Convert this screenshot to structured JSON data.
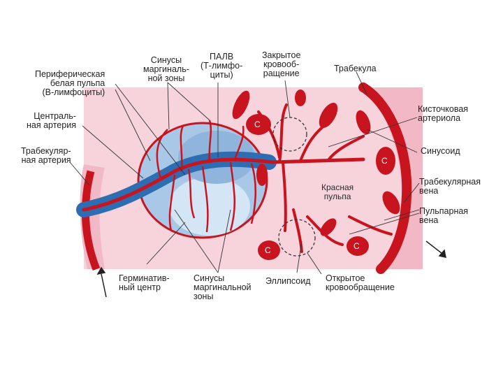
{
  "title": "",
  "labels": {
    "peripheral_white_pulp": "Периферическая\nбелая пульпа\n(В-лимфоциты)",
    "marginal_sinuses_top": "Синусы\nмаргиналь-\nной зоны",
    "palv": "ПАЛВ\n(Т-лимфо-\nциты)",
    "closed_circulation": "Закрытое\nкровооб-\nращение",
    "trabecula": "Трабекула",
    "central_artery": "Централь-\nная артерия",
    "trabecular_artery": "Трабекуляр-\nная артерия",
    "penicillar_arteriole": "Кисточковая\nартериола",
    "sinusoid": "Синусоид",
    "trabecular_vein": "Трабекулярная\nвена",
    "red_pulp": "Красная\nпульпа",
    "pulp_vein": "Пульпарная\nвена",
    "germinal_center": "Герминатив-\nный центр",
    "marginal_sinuses_bottom": "Синусы\nмаргинальной\nзоны",
    "ellipsoid": "Эллипсоид",
    "open_circulation": "Открытое\nкровообращение"
  },
  "sinusoid_letter": "С",
  "colors": {
    "tissue_bg": "#f7d3dc",
    "vessel_red": "#c8141e",
    "artery_blue": "#2f6db3",
    "white_pulp_blue": "#a9c8e8",
    "germinal_blue": "#d4e6f6",
    "leader_line": "#333333"
  }
}
